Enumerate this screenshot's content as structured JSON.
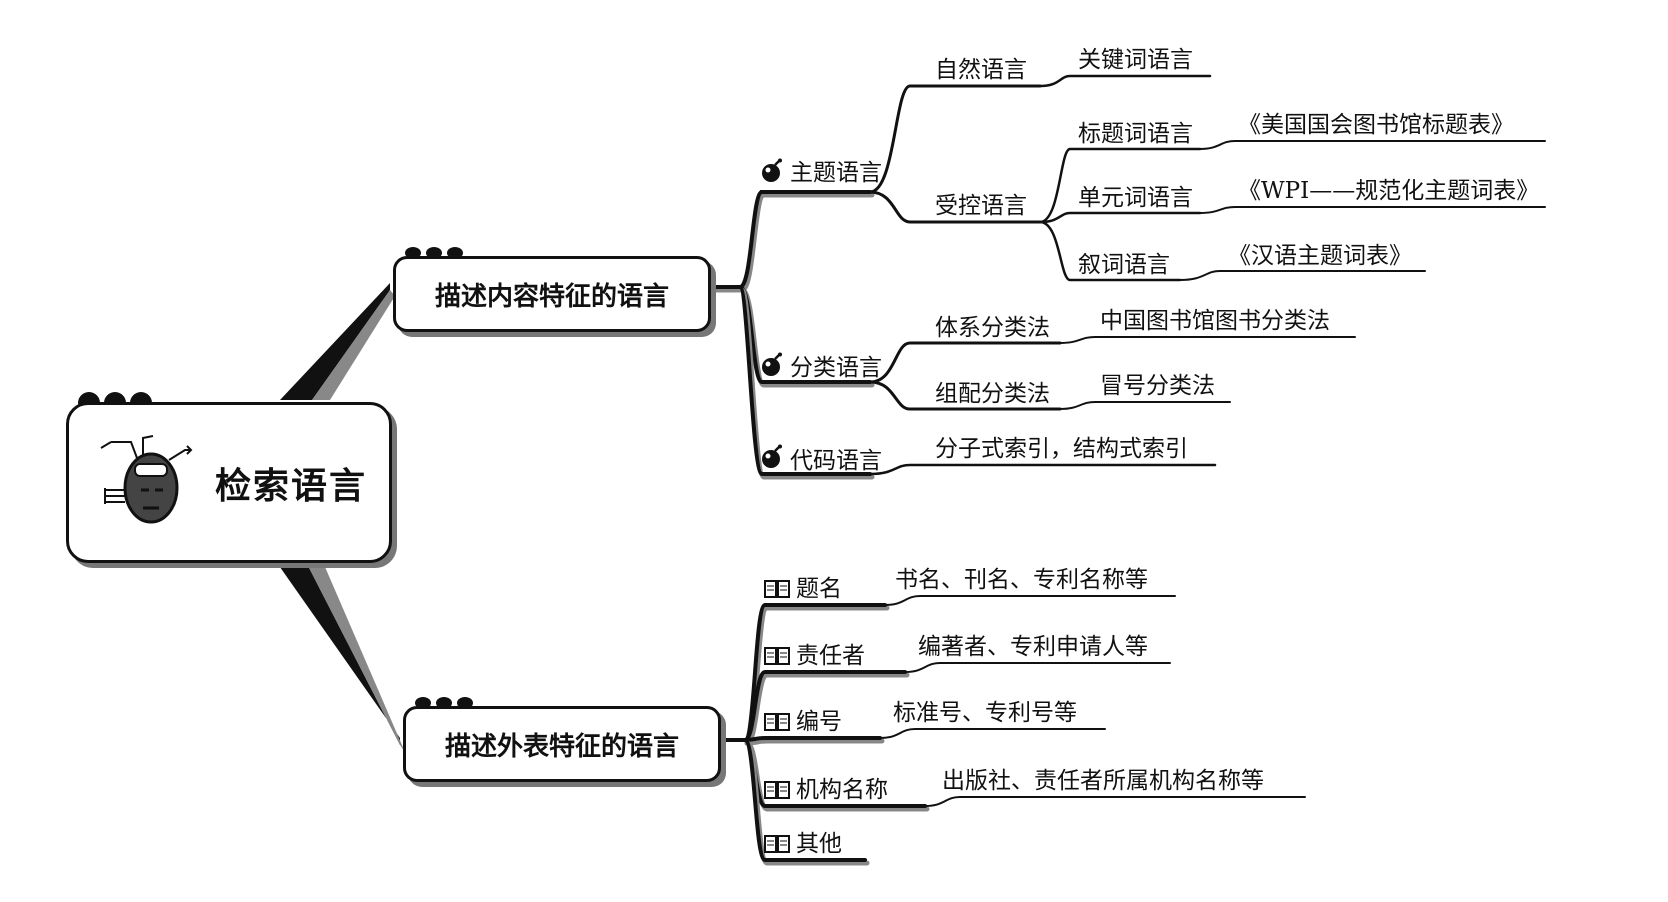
{
  "root": {
    "label": "检索语言",
    "icon": "thinking-head-icon"
  },
  "branches": {
    "content": {
      "label": "描述内容特征的语言",
      "items": {
        "subject": {
          "label": "主题语言",
          "natural": {
            "label": "自然语言",
            "example": "关键词语言"
          },
          "controlled": {
            "label": "受控语言",
            "heading": {
              "label": "标题词语言",
              "example": "《美国国会图书馆标题表》"
            },
            "uniterm": {
              "label": "单元词语言",
              "example": "《WPI——规范化主题词表》"
            },
            "descriptor": {
              "label": "叙词语言",
              "example": "《汉语主题词表》"
            }
          }
        },
        "classification": {
          "label": "分类语言",
          "system": {
            "label": "体系分类法",
            "example": "中国图书馆图书分类法"
          },
          "faceted": {
            "label": "组配分类法",
            "example": "冒号分类法"
          }
        },
        "code": {
          "label": "代码语言",
          "example": "分子式索引，结构式索引"
        }
      }
    },
    "appearance": {
      "label": "描述外表特征的语言",
      "items": [
        {
          "label": "题名",
          "example": "书名、刊名、专利名称等"
        },
        {
          "label": "责任者",
          "example": "编著者、专利申请人等"
        },
        {
          "label": "编号",
          "example": "标准号、专利号等"
        },
        {
          "label": "机构名称",
          "example": "出版社、责任者所属机构名称等"
        },
        {
          "label": "其他",
          "example": ""
        }
      ]
    }
  },
  "icons": {
    "content_bullet": "bomb-icon",
    "appearance_bullet": "book-icon"
  },
  "colors": {
    "line": "#111111",
    "shadow": "#888888",
    "background": "#ffffff"
  }
}
